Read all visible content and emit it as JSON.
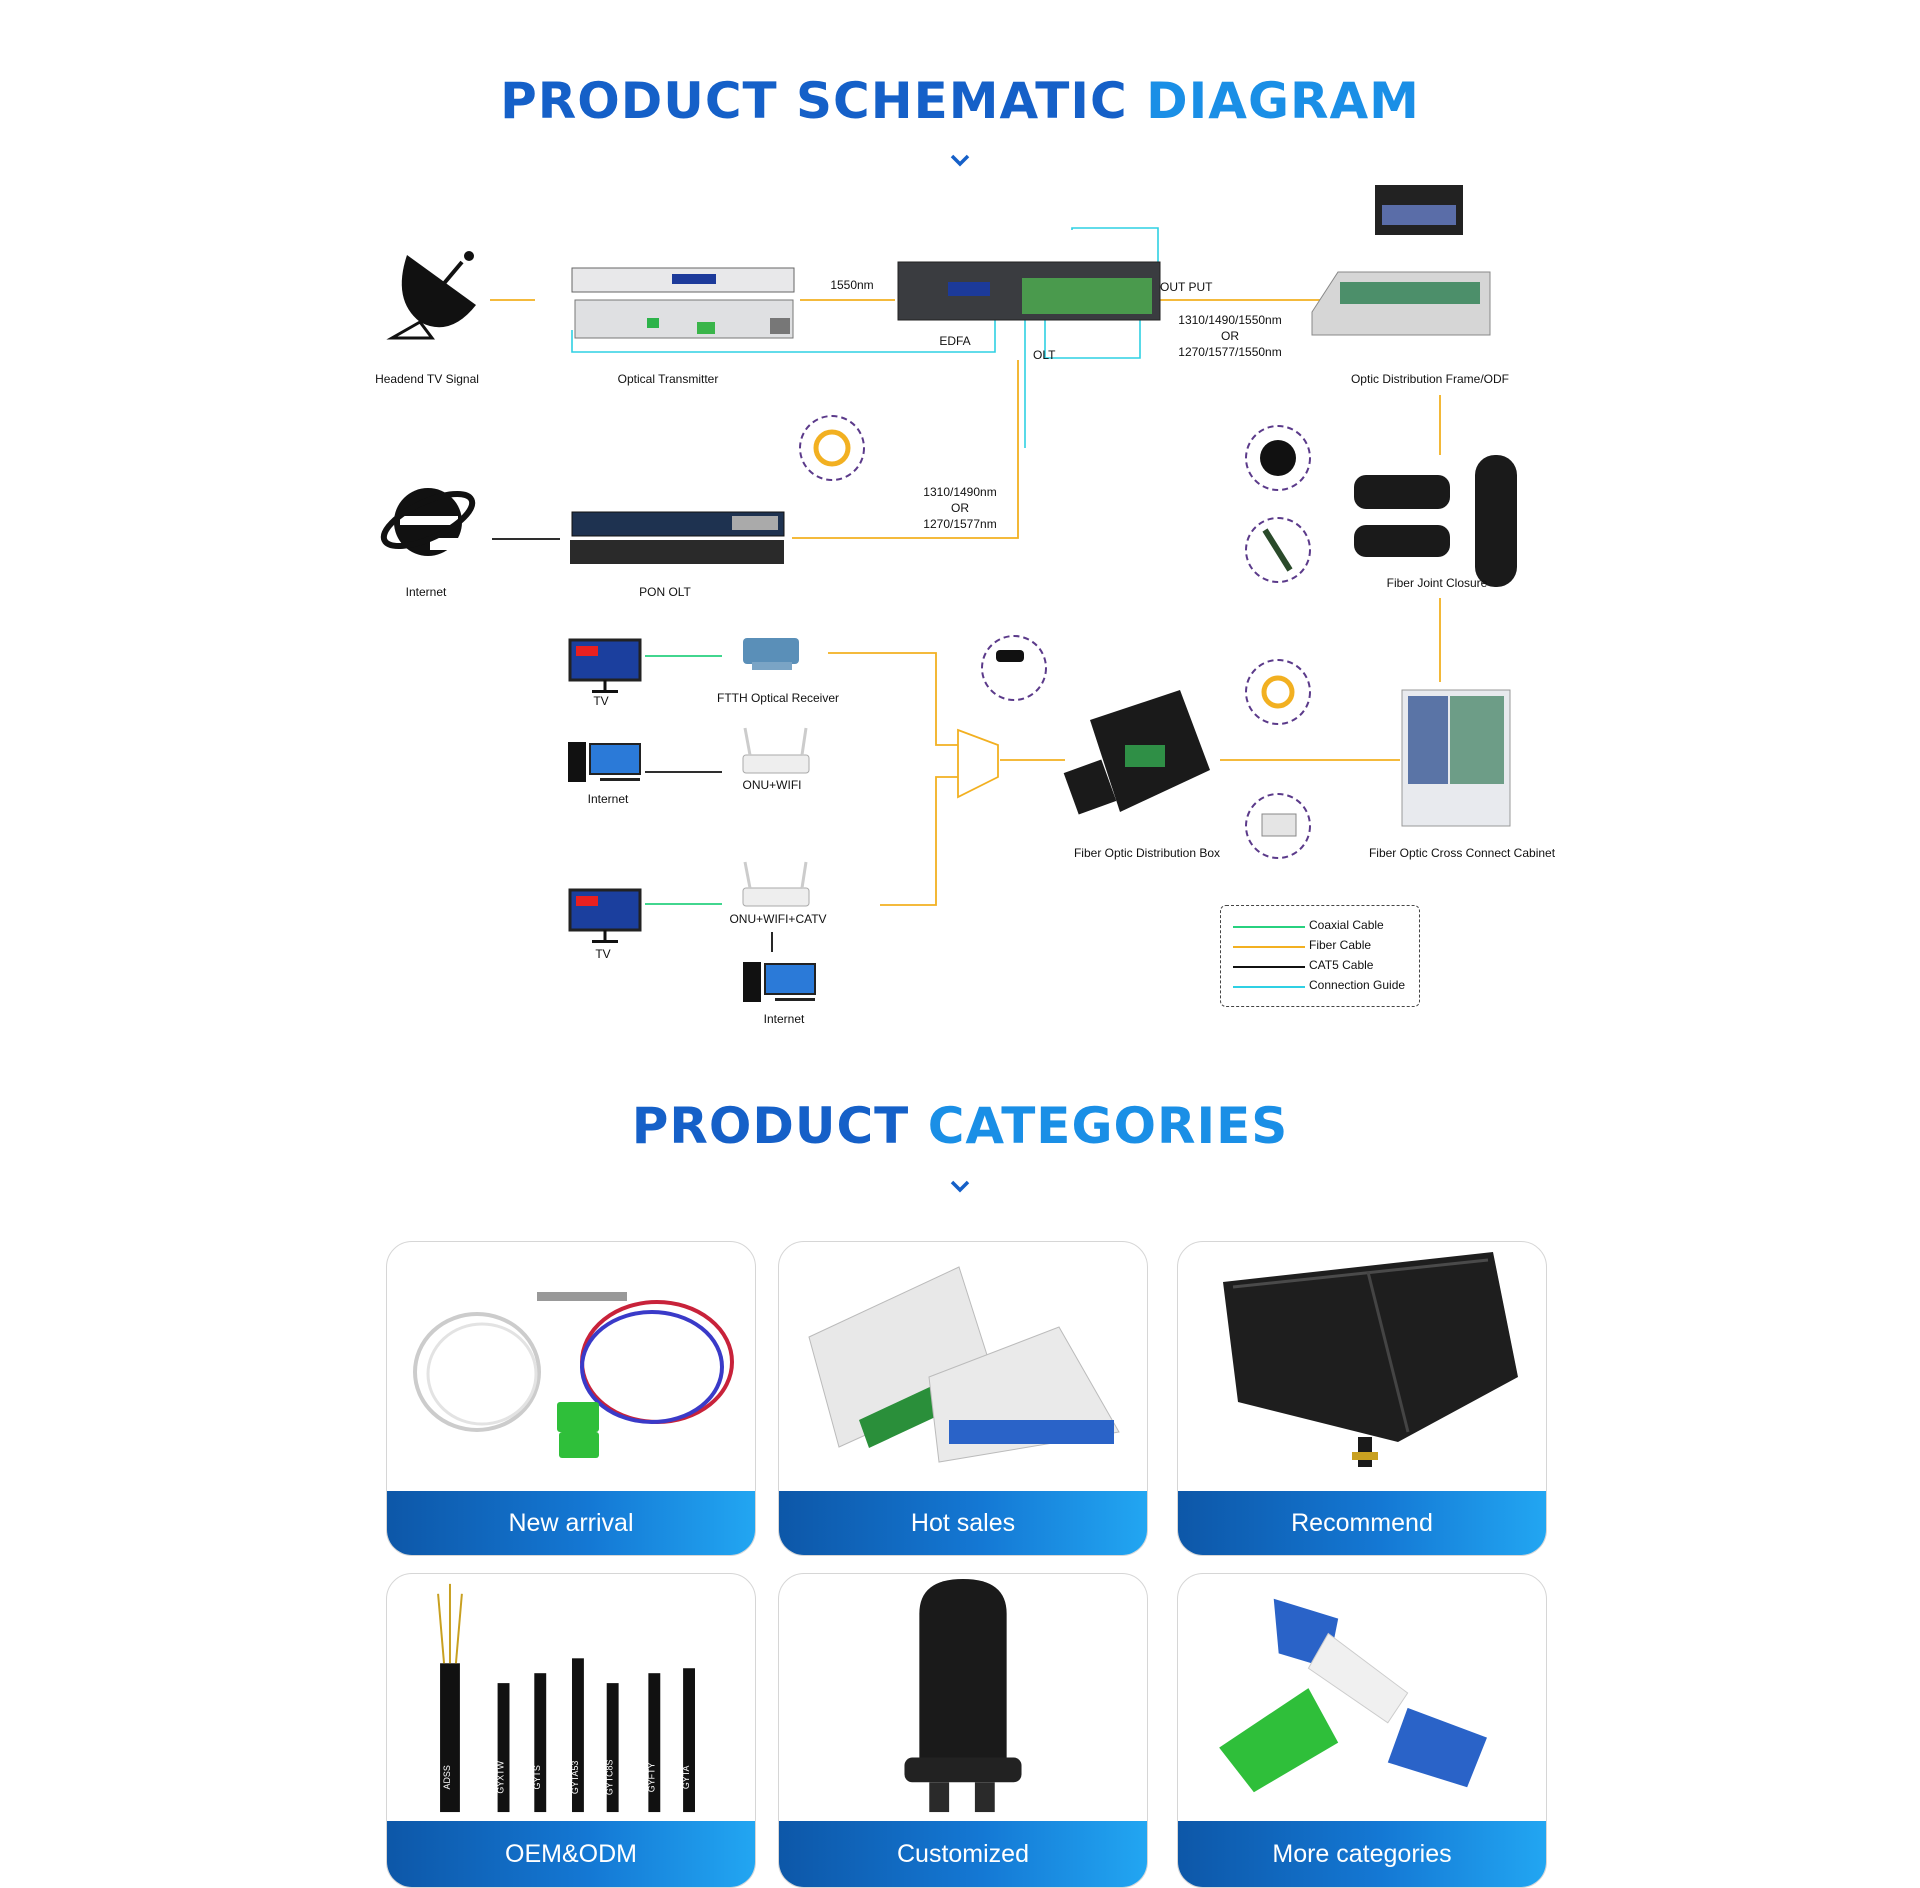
{
  "header": {
    "title_part1": "PRODUCT SCHEMATIC",
    "title_part2": "DIAGRAM"
  },
  "diagram": {
    "nodes": {
      "headend": "Headend TV Signal",
      "transmitter": "Optical Transmitter",
      "edfa": "EDFA",
      "odf": "Optic Distribution Frame/ODF",
      "internet_top": "Internet",
      "pon_olt": "PON OLT",
      "joint_closure": "Fiber Joint Closure",
      "tv1": "TV",
      "ftth_receiver": "FTTH Optical Receiver",
      "internet_mid": "Internet",
      "onu_wifi": "ONU+WIFI",
      "distribution_box": "Fiber Optic Distribution Box",
      "cross_connect": "Fiber Optic Cross Connect Cabinet",
      "tv2": "TV",
      "onu_wifi_catv": "ONU+WIFI+CATV",
      "internet_bottom": "Internet"
    },
    "wave_1550": "1550nm",
    "output_label": "OUT PUT",
    "olt_label": "OLT",
    "output_waves": "1310/1490/1550nm\nOR\n1270/1577/1550nm",
    "pon_waves": "1310/1490nm\nOR\n1270/1577nm",
    "legend": [
      {
        "label": "Coaxial Cable",
        "color": "#27d17f"
      },
      {
        "label": "Fiber Cable",
        "color": "#f2b021"
      },
      {
        "label": "CAT5 Cable",
        "color": "#111111"
      },
      {
        "label": "Connection Guide",
        "color": "#2fd0e3"
      }
    ]
  },
  "categories_header": {
    "title_part1": "PRODUCT",
    "title_part2": "CATEGORIES"
  },
  "categories": [
    {
      "label": "New arrival",
      "icon": "fiber-plc-splitter-image"
    },
    {
      "label": "Hot sales",
      "icon": "plc-cassette-splitter-image"
    },
    {
      "label": "Recommend",
      "icon": "distribution-box-image"
    },
    {
      "label": "OEM&ODM",
      "icon": "fiber-cables-image"
    },
    {
      "label": "Customized",
      "icon": "dome-closure-image"
    },
    {
      "label": "More categories",
      "icon": "fast-connector-image"
    }
  ],
  "cable_tags": [
    "ADSS",
    "GYXTW",
    "GYTS",
    "GYTA53",
    "GYTC8S",
    "GYFTY",
    "GYTA"
  ],
  "colors": {
    "title_dark": "#1560c8",
    "title_light": "#1a8fe6",
    "fiber": "#f2b021",
    "coax": "#27d17f",
    "guide": "#2fd0e3"
  }
}
